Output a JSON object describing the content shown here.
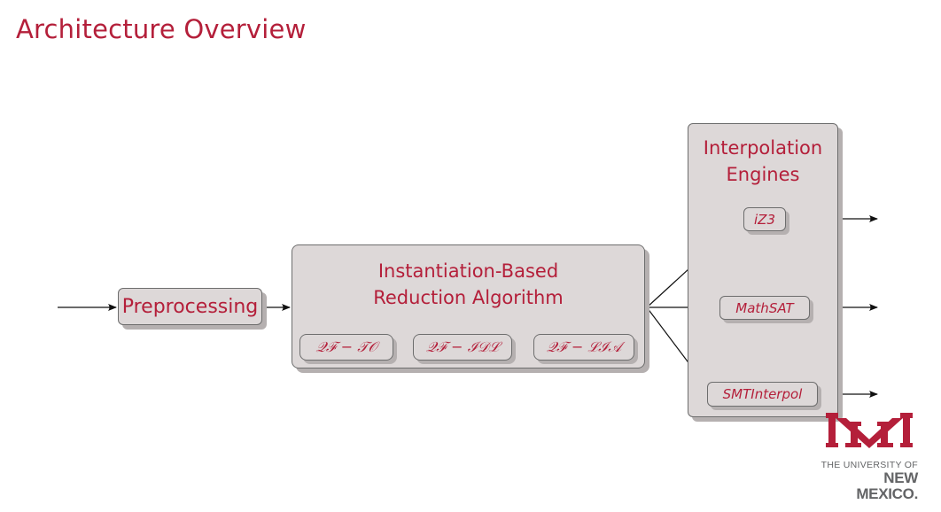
{
  "slide": {
    "title": "Architecture Overview"
  },
  "diagram": {
    "preprocessing": "Preprocessing",
    "reduction": {
      "title": "Instantiation-Based\nReduction Algorithm",
      "logics": [
        "𝒬ℱ − 𝒯𝒪",
        "𝒬ℱ − ℐ𝒟ℒ",
        "𝒬ℱ − ℒℐ𝒜"
      ]
    },
    "engines": {
      "title": "Interpolation\nEngines",
      "items": [
        "iZ3",
        "MathSAT",
        "SMTInterpol"
      ]
    },
    "colors": {
      "text": "#b41f3a",
      "box": "#ddd8d8",
      "shadow": "#b5b0b0"
    }
  },
  "logo": {
    "mark": "UNM",
    "line1": "THE UNIVERSITY OF",
    "line2": "NEW MEXICO."
  }
}
